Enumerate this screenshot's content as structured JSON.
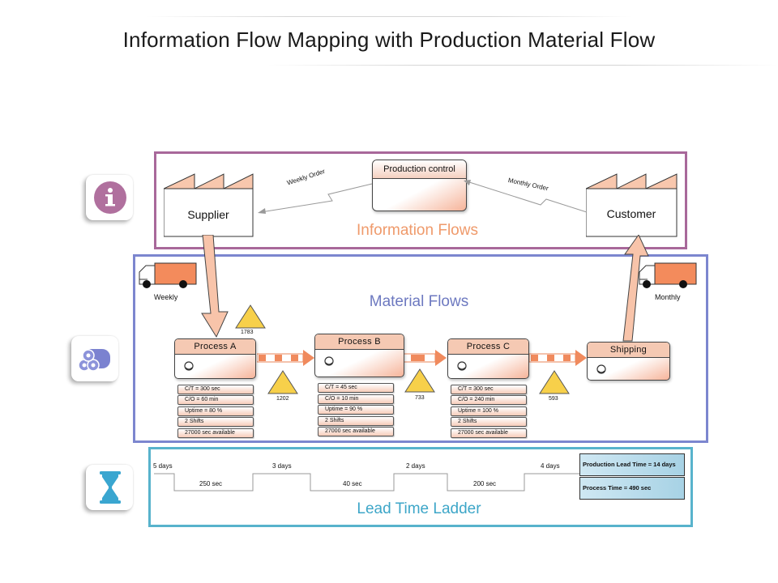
{
  "title": "Information Flow Mapping with Production Material Flow",
  "info_section": {
    "label": "Information Flows",
    "supplier": "Supplier",
    "customer": "Customer",
    "production_control": "Production control",
    "weekly_order": "Weekly Order",
    "monthly_order": "Monthly Order"
  },
  "material_section": {
    "label": "Material Flows",
    "weekly": "Weekly",
    "monthly": "Monthly",
    "inventory": [
      "1783",
      "1202",
      "733",
      "593"
    ],
    "processes": [
      {
        "name": "Process  A",
        "data": [
          "C/T = 300 sec",
          "C/O = 60 min",
          "Uptime = 80 %",
          "2 Shifts",
          "27000  sec available"
        ]
      },
      {
        "name": "Process  B",
        "data": [
          "C/T = 45 sec",
          "C/O = 10 min",
          "Uptime = 90 %",
          "2 Shifts",
          "27000  sec available"
        ]
      },
      {
        "name": "Process  C",
        "data": [
          "C/T = 300 sec",
          "C/O = 240  min",
          "Uptime = 100 %",
          "2 Shifts",
          "27000  sec available"
        ]
      }
    ],
    "shipping": "Shipping"
  },
  "lead_section": {
    "label": "Lead Time Ladder",
    "days": [
      "5 days",
      "3 days",
      "2 days",
      "4 days"
    ],
    "times": [
      "250 sec",
      "40 sec",
      "200 sec"
    ],
    "production_lead_time": "Production Lead Time  =  14 days",
    "process_time": "Process  Time  =  490 sec"
  },
  "colors": {
    "info_border": "#a8689a",
    "material_border": "#7c86cf",
    "lead_border": "#58b3cc",
    "info_label": "#ef9a6b",
    "material_label": "#6d79c0",
    "lead_label": "#3da6c8",
    "accent_orange": "#f08a5d",
    "inventory_yellow": "#f7d04a"
  },
  "icons": [
    "info-icon",
    "material-rolls-icon",
    "hourglass-icon",
    "factory-icon",
    "truck-icon",
    "operator-icon",
    "inventory-triangle-icon",
    "push-arrow-icon"
  ]
}
